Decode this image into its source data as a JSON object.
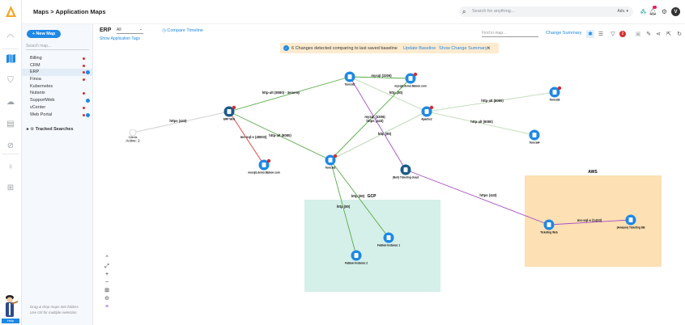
{
  "header": {
    "breadcrumb": "Maps > Application Maps",
    "search_placeholder": "Search for anything...",
    "adv_label": "Adv.",
    "avatar_initial": "V"
  },
  "sidebar": {
    "new_map_label": "+ New Map",
    "search_placeholder": "Search map...",
    "maps": [
      {
        "label": "Billing",
        "red": true,
        "blue": false
      },
      {
        "label": "CRM",
        "red": true,
        "blue": false
      },
      {
        "label": "ERP",
        "red": true,
        "blue": true,
        "selected": true
      },
      {
        "label": "Finoa",
        "red": true,
        "blue": false
      },
      {
        "label": "Kubernetes",
        "red": false,
        "blue": false
      },
      {
        "label": "Nutanix",
        "red": true,
        "blue": false
      },
      {
        "label": "SupportWeb",
        "red": false,
        "blue": true
      },
      {
        "label": "vCenter",
        "red": true,
        "blue": false
      },
      {
        "label": "Web Portal",
        "red": true,
        "blue": true
      }
    ],
    "tracked_searches_label": "Tracked Searches",
    "drag_tip_line1": "Drag & drop maps into folders",
    "drag_tip_line2": "Use ctrl for multiple selection"
  },
  "rail": {
    "icons": [
      "dashboard-icon",
      "map-icon",
      "shield-icon",
      "cloud-icon",
      "report-icon",
      "compass-icon",
      "lightbulb-icon",
      "gift-icon"
    ],
    "help_label": "Help"
  },
  "toolbar": {
    "map_name": "ERP",
    "filter_value": "All",
    "show_tags_label": "Show Application Tags",
    "compare_timeline_label": "Compare Timeline",
    "find_placeholder": "Find in map...",
    "change_summary_label": "Change Summary",
    "alert_count": "2"
  },
  "notice": {
    "message": "6 Changes detected comparing to last saved baseline",
    "update_baseline": "Update Baseline",
    "show_change_summary": "Show Change Summary"
  },
  "colors": {
    "accent": "#1e88e5",
    "green_edge": "#5aac48",
    "light_green_edge": "#c3dfbc",
    "red_edge": "#e53935",
    "purple_edge": "#a64fc6",
    "gray_edge": "#d0d0d0",
    "gcp_zone": "#d5efe9",
    "aws_zone": "#fde0b3"
  },
  "zones": [
    {
      "id": "gcp",
      "label": "GCP"
    },
    {
      "id": "aws",
      "label": "AWS"
    }
  ],
  "nodes": [
    {
      "id": "clients",
      "label": "Clients",
      "sublabel": "Active: 2",
      "kind": "client"
    },
    {
      "id": "erp",
      "label": "ERP Web",
      "kind": "dark",
      "alert": true
    },
    {
      "id": "mssql",
      "label": "mssql1.demo.fabbon.com",
      "kind": "db",
      "alert": true
    },
    {
      "id": "tomcat1",
      "label": "Tomcat1",
      "kind": "app",
      "alert": false
    },
    {
      "id": "mysql",
      "label": "mysql1.demo.fabbon.com",
      "kind": "app",
      "alert": true
    },
    {
      "id": "apache2",
      "label": "Apache2",
      "kind": "app",
      "alert": true
    },
    {
      "id": "tomcat2",
      "label": "Tomcat2",
      "kind": "app",
      "alert": true
    },
    {
      "id": "tomcat3",
      "label": "Tomcat3",
      "kind": "app",
      "alert": true
    },
    {
      "id": "tomcat4",
      "label": "Tomcat4",
      "kind": "app",
      "alert": false
    },
    {
      "id": "cloud",
      "label": "(Null) Ticketing cloud",
      "kind": "dark",
      "alert": false
    },
    {
      "id": "gi1",
      "label": "Fabbon Instance 1",
      "kind": "db",
      "alert": false
    },
    {
      "id": "gi2",
      "label": "Fabbon Instance 2",
      "kind": "db",
      "alert": false
    },
    {
      "id": "tweb",
      "label": "Ticketing Web",
      "kind": "app",
      "alert": false
    },
    {
      "id": "tdb",
      "label": "(Amazon) Ticketing DB",
      "kind": "app",
      "alert": false
    }
  ],
  "edges": [
    {
      "from": "clients",
      "to": "erp",
      "label": "https (443)",
      "color": "gray"
    },
    {
      "from": "erp",
      "to": "tomcat1",
      "label": "http-alt (8080) - 3enemy",
      "color": "green"
    },
    {
      "from": "erp",
      "to": "tomcat2",
      "label": "http-alt (8080)",
      "color": "green"
    },
    {
      "from": "erp",
      "to": "mssql",
      "label": "ms-sql-s (48003)",
      "color": "red"
    },
    {
      "from": "tomcat1",
      "to": "mysql",
      "label": "mysql (3306)",
      "color": "green"
    },
    {
      "from": "tomcat1",
      "to": "apache2",
      "label": "http (80)",
      "color": "lightgreen"
    },
    {
      "from": "tomcat2",
      "to": "mysql",
      "label": "mysql (3306)",
      "color": "green"
    },
    {
      "from": "tomcat2",
      "to": "apache2",
      "label": "https (443)",
      "color": "lightgreen"
    },
    {
      "from": "tomcat2",
      "to": "apache2",
      "label": "http (80)",
      "color": "lightgreen"
    },
    {
      "from": "apache2",
      "to": "tomcat3",
      "label": "http-alt (8080)",
      "color": "lightgreen"
    },
    {
      "from": "apache2",
      "to": "tomcat4",
      "label": "http-alt (8080)",
      "color": "lightgreen"
    },
    {
      "from": "tomcat1",
      "to": "cloud",
      "label": "",
      "color": "purple"
    },
    {
      "from": "cloud",
      "to": "tweb",
      "label": "https (443)",
      "color": "purple"
    },
    {
      "from": "tweb",
      "to": "tdb",
      "label": "ms-sql-s (1433)",
      "color": "purple"
    },
    {
      "from": "tomcat2",
      "to": "gi1",
      "label": "http (80)",
      "color": "green"
    },
    {
      "from": "tomcat2",
      "to": "gi2",
      "label": "http (80)",
      "color": "green"
    }
  ]
}
